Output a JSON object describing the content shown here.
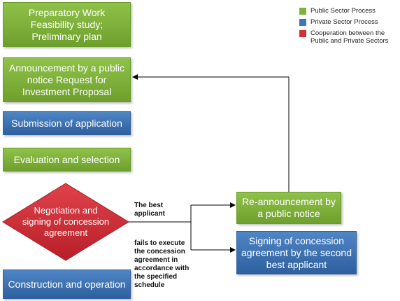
{
  "colors": {
    "public": "#7cb23c",
    "private": "#3f74b8",
    "cooperation": "#d0303a"
  },
  "legend": [
    {
      "label": "Public Sector Process",
      "color": "#7cb23c"
    },
    {
      "label": "Private Sector Process",
      "color": "#3f74b8"
    },
    {
      "label": "Cooperation between the Public and Private Sectors",
      "color": "#d0303a"
    }
  ],
  "steps": {
    "preparatory": "Preparatory Work Feasibility study; Preliminary plan",
    "announcement": "Announcement by a public notice Request for Investment Proposal",
    "submission": "Submission of application",
    "evaluation": "Evaluation and selection",
    "negotiation": "Negotiation and signing of concession agreement",
    "construction": "Construction and operation",
    "reannouncement": "Re-announcement by a public notice",
    "signing_second": "Signing of concession agreement by the second best applicant"
  },
  "notes": {
    "best_applicant": "The best applicant",
    "fails": "fails to execute the concession agreement in accordance with the specified schedule"
  }
}
